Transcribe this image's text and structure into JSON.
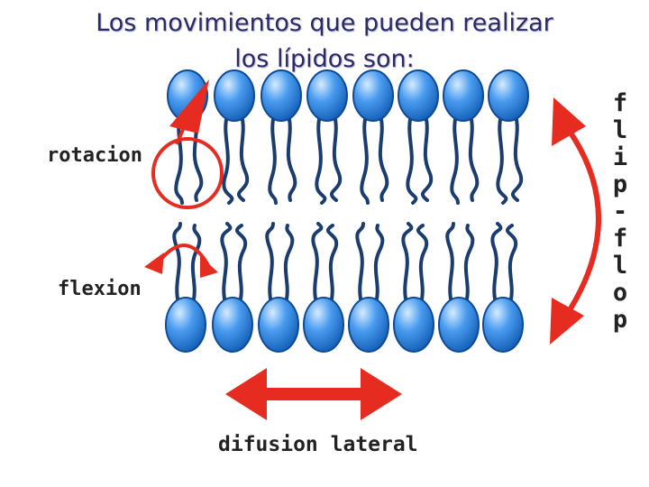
{
  "title": {
    "line1": "Los movimientos que pueden realizar",
    "line2": "los lípidos son:"
  },
  "labels": {
    "rotation": "rotacion",
    "flexion": "flexion",
    "lateral_diffusion": "difusion lateral",
    "flip_flop_letters": [
      "f",
      "l",
      "i",
      "p",
      "-",
      "f",
      "l",
      "o",
      "p"
    ]
  },
  "colors": {
    "head_fill": "#2e86e0",
    "head_highlight": "#cfe6ff",
    "tail": "#1b3c6e",
    "arrow": "#e62b20",
    "title": "#2a2a66"
  }
}
